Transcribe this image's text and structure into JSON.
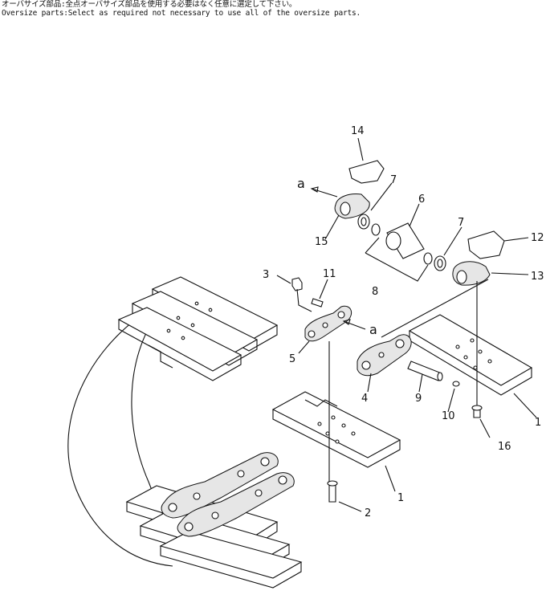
{
  "notes": {
    "line1": "オーバサイズ部品:全点オーバサイズ部品を使用する必要はなく任意に選定して下さい。",
    "line2": "Oversize parts:Select as required not necessary to use all of the oversize parts."
  },
  "callouts": [
    {
      "id": "14",
      "label": "14"
    },
    {
      "id": "7a",
      "label": "7"
    },
    {
      "id": "6",
      "label": "6"
    },
    {
      "id": "7b",
      "label": "7"
    },
    {
      "id": "12",
      "label": "12"
    },
    {
      "id": "13",
      "label": "13"
    },
    {
      "id": "15",
      "label": "15"
    },
    {
      "id": "8",
      "label": "8"
    },
    {
      "id": "11",
      "label": "11"
    },
    {
      "id": "3",
      "label": "3"
    },
    {
      "id": "5",
      "label": "5"
    },
    {
      "id": "4",
      "label": "4"
    },
    {
      "id": "9",
      "label": "9"
    },
    {
      "id": "10",
      "label": "10"
    },
    {
      "id": "1a",
      "label": "1"
    },
    {
      "id": "16",
      "label": "16"
    },
    {
      "id": "1b",
      "label": "1"
    },
    {
      "id": "2",
      "label": "2"
    }
  ],
  "refs": {
    "a_top": "a",
    "a_mid": "a"
  }
}
